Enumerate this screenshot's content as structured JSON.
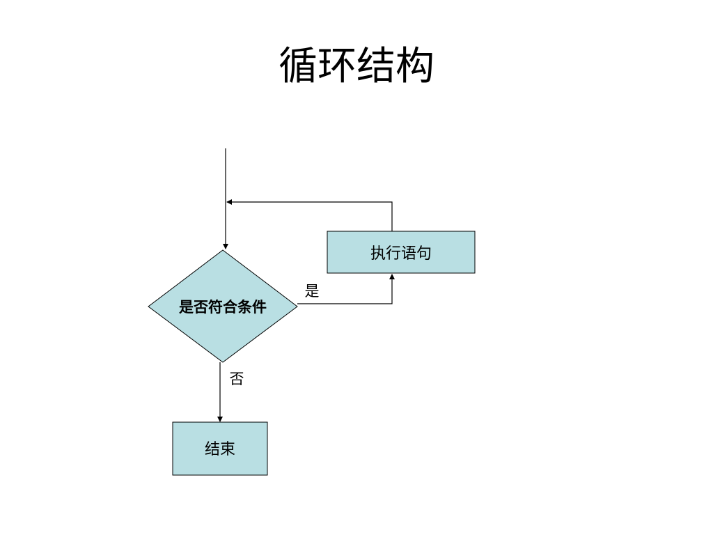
{
  "slide": {
    "title": "循环结构"
  },
  "flowchart": {
    "nodes": {
      "execute": {
        "label": "执行语句",
        "shape": "process"
      },
      "condition": {
        "label": "是否符合条件",
        "shape": "decision"
      },
      "end": {
        "label": "结束",
        "shape": "process"
      }
    },
    "edges": {
      "yes_label": "是",
      "no_label": "否"
    },
    "colors": {
      "node_fill": "#b9dfe3",
      "stroke": "#000000"
    }
  }
}
